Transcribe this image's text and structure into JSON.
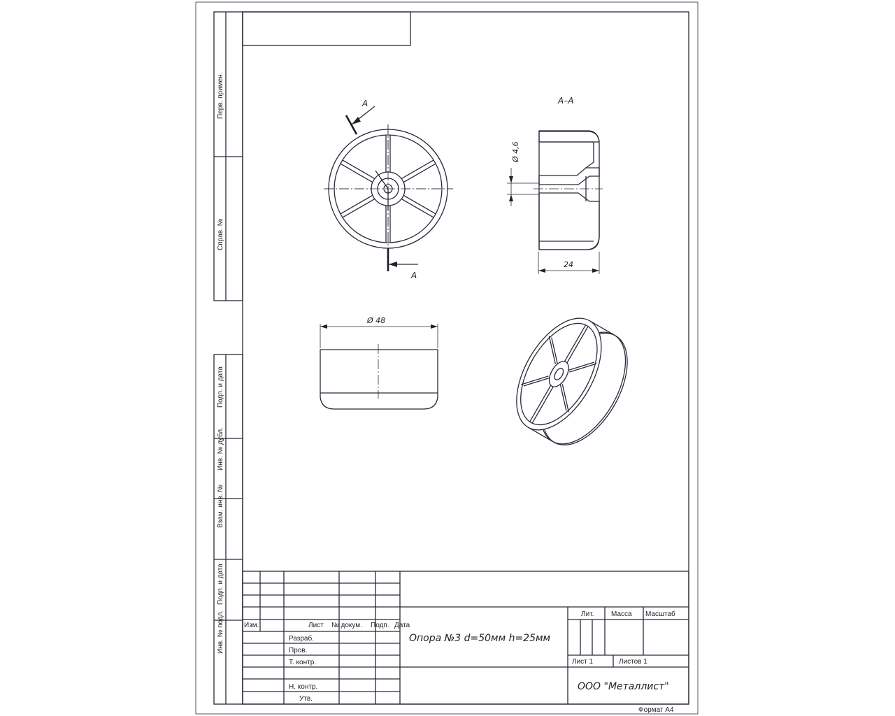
{
  "sidebar": {
    "upper": [
      "Перв. примен.",
      "Справ. №"
    ],
    "lower": [
      "Подп. и дата",
      "Инв. № дубл.",
      "Взам. инв. №",
      "Подп. и дата",
      "Инв. № подл."
    ]
  },
  "views": {
    "section_mark": "A",
    "section_title": "A–A",
    "hole_diameter": "Ø 4,6",
    "width_dim": "24",
    "outer_diameter": "Ø 48"
  },
  "title_block": {
    "headers": {
      "izm": "Изм.",
      "list": "Лист",
      "doc": "№ докум.",
      "sign": "Подп.",
      "date": "Дата"
    },
    "roles": [
      "Разраб.",
      "Пров.",
      "Т. контр.",
      "",
      "Н. контр.",
      "Утв."
    ],
    "designation": "Опора №3 d=50мм h=25мм",
    "lit": "Лит.",
    "mass": "Масса",
    "scale": "Масштаб",
    "sheet": "Лист 1",
    "sheets": "Листов 1",
    "company": "ООО \"Металлист\"",
    "format": "Формат А4"
  }
}
